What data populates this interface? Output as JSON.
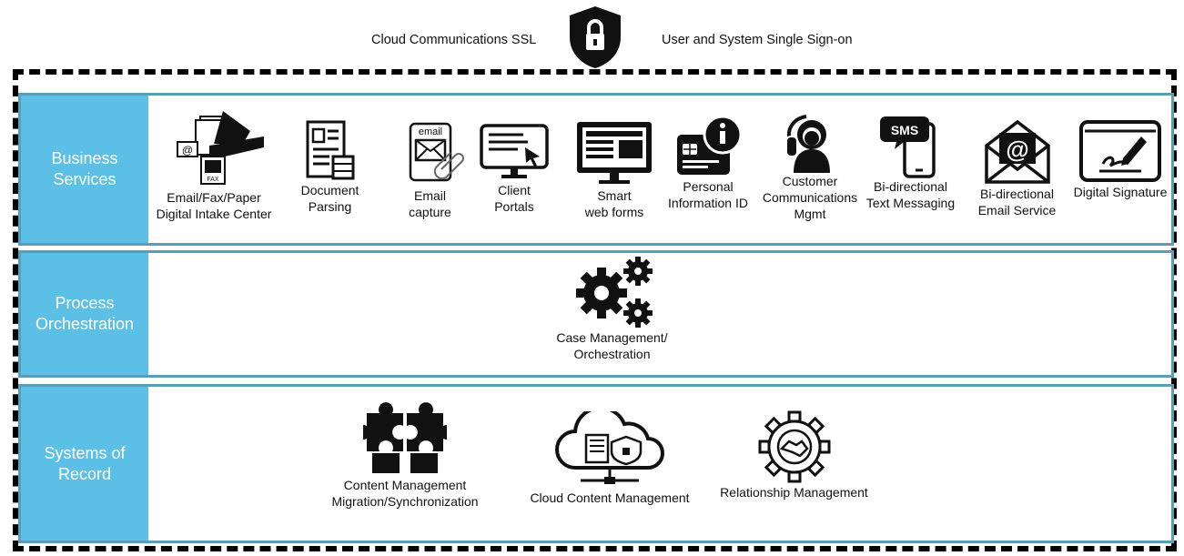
{
  "header": {
    "left_label": "Cloud Communications SSL",
    "right_label": "User and System Single Sign-on",
    "center_icon": "shield-lock-icon"
  },
  "rows": [
    {
      "label": "Business\nServices",
      "items": [
        {
          "label": "Email/Fax/Paper\nDigital Intake Center",
          "icon": "scanner-intake-icon"
        },
        {
          "label": "Document\nParsing",
          "icon": "document-icon"
        },
        {
          "label": "Email\ncapture",
          "icon": "email-capture-icon",
          "icon_text": "email"
        },
        {
          "label": "Client\nPortals",
          "icon": "monitor-pointer-icon"
        },
        {
          "label": "Smart\nweb forms",
          "icon": "monitor-form-icon"
        },
        {
          "label": "Personal\nInformation ID",
          "icon": "id-card-info-icon"
        },
        {
          "label": "Customer\nCommunications\nMgmt",
          "icon": "agent-headset-icon"
        },
        {
          "label": "Bi-directional\nText Messaging",
          "icon": "phone-sms-icon",
          "icon_text": "SMS"
        },
        {
          "label": "Bi-directional\nEmail Service",
          "icon": "envelope-at-icon"
        },
        {
          "label": "Digital Signature",
          "icon": "signature-icon"
        }
      ]
    },
    {
      "label": "Process\nOrchestration",
      "items": [
        {
          "label": "Case Management/\nOrchestration",
          "icon": "gears-icon"
        }
      ]
    },
    {
      "label": "Systems of\nRecord",
      "items": [
        {
          "label": "Content Management\nMigration/Synchronization",
          "icon": "puzzle-icon"
        },
        {
          "label": "Cloud Content Management",
          "icon": "cloud-lock-icon"
        },
        {
          "label": "Relationship Management",
          "icon": "gear-handshake-icon"
        }
      ]
    }
  ]
}
